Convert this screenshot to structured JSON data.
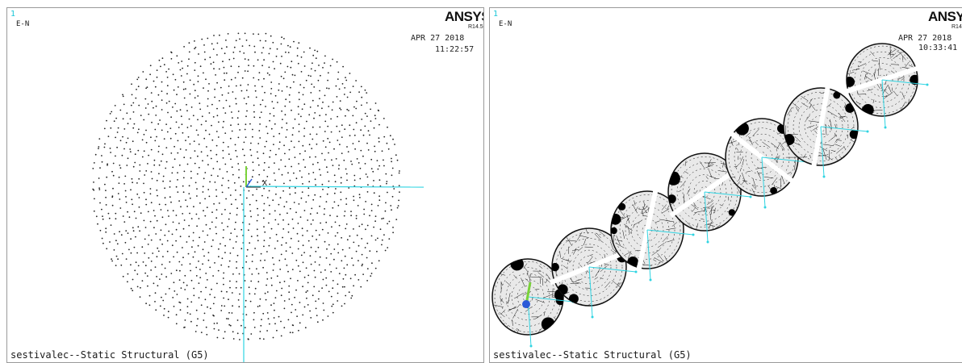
{
  "viewports": {
    "left": {
      "number": "1",
      "label": "E-N",
      "brand": "ANSYS",
      "version": "R14.5",
      "date": "APR 27 2018",
      "time": "11:22:57",
      "axis_label": "X",
      "title": "sestivalec--Static Structural (G5)"
    },
    "right": {
      "number": "1",
      "label": "E-N",
      "brand": "ANSYS",
      "version": "R14",
      "date": "APR 27 2018",
      "time": "10:33:41",
      "title": "sestivalec--Static Structural (G5)"
    }
  },
  "colors": {
    "node": "#222222",
    "axis": "#2fd4e2",
    "triad_green": "#7ad23a",
    "triad_blue": "#2a5ad8"
  }
}
